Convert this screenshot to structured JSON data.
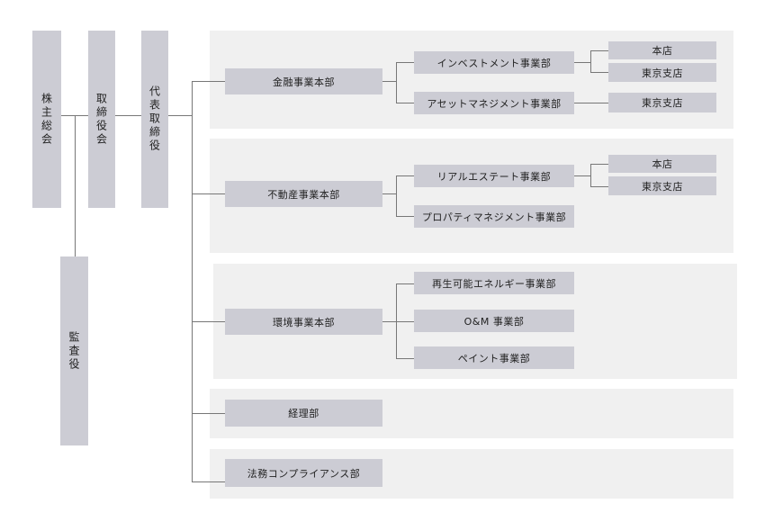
{
  "governance": {
    "shareholders": "株主総会",
    "board": "取締役会",
    "ceo": "代表取締役",
    "auditor": "監査役"
  },
  "divisions": [
    {
      "name": "金融事業本部",
      "departments": [
        {
          "name": "インベストメント事業部",
          "branches": [
            "本店",
            "東京支店"
          ]
        },
        {
          "name": "アセットマネジメント事業部",
          "branches": [
            "東京支店"
          ]
        }
      ]
    },
    {
      "name": "不動産事業本部",
      "departments": [
        {
          "name": "リアルエステート事業部",
          "branches": [
            "本店",
            "東京支店"
          ]
        },
        {
          "name": "プロパティマネジメント事業部",
          "branches": []
        }
      ]
    },
    {
      "name": "環境事業本部",
      "departments": [
        {
          "name": "再生可能エネルギー事業部",
          "branches": []
        },
        {
          "name": "O&M 事業部",
          "branches": []
        },
        {
          "name": "ペイント事業部",
          "branches": []
        }
      ]
    },
    {
      "name": "経理部",
      "departments": []
    },
    {
      "name": "法務コンプライアンス部",
      "departments": []
    }
  ],
  "colors": {
    "panel": "#f0f0f0",
    "box": "#ccccd4",
    "line": "#777777",
    "text": "#222222"
  }
}
